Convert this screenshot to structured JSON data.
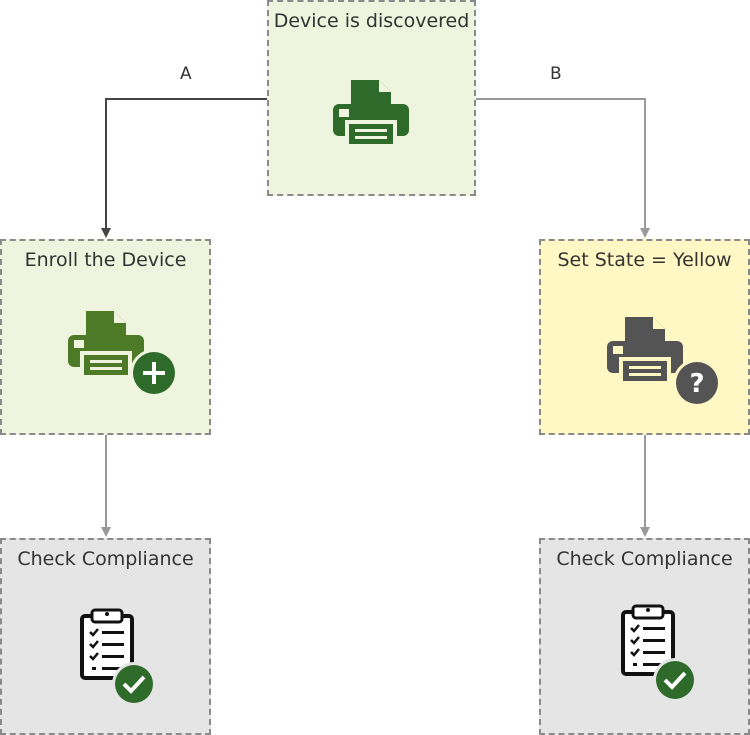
{
  "nodes": {
    "discovered": {
      "label": "Device is discovered",
      "icon": "printer-icon",
      "fill": "#eef4dd"
    },
    "enroll": {
      "label": "Enroll the Device",
      "icon": "printer-add-icon",
      "fill": "#eef4dd"
    },
    "set_state": {
      "label": "Set State = Yellow",
      "icon": "printer-question-icon",
      "fill": "#fff7c4"
    },
    "compliance_a": {
      "label": "Check Compliance",
      "icon": "clipboard-check-icon",
      "fill": "#e5e5e5"
    },
    "compliance_b": {
      "label": "Check Compliance",
      "icon": "clipboard-check-icon",
      "fill": "#e5e5e5"
    }
  },
  "edges": {
    "branch_a_label": "A",
    "branch_b_label": "B"
  },
  "colors": {
    "green_dark": "#2e6b2a",
    "green_icon": "#4d7a26",
    "gray_icon": "#545454",
    "arrow_dark": "#444444",
    "arrow_light": "#999999"
  }
}
